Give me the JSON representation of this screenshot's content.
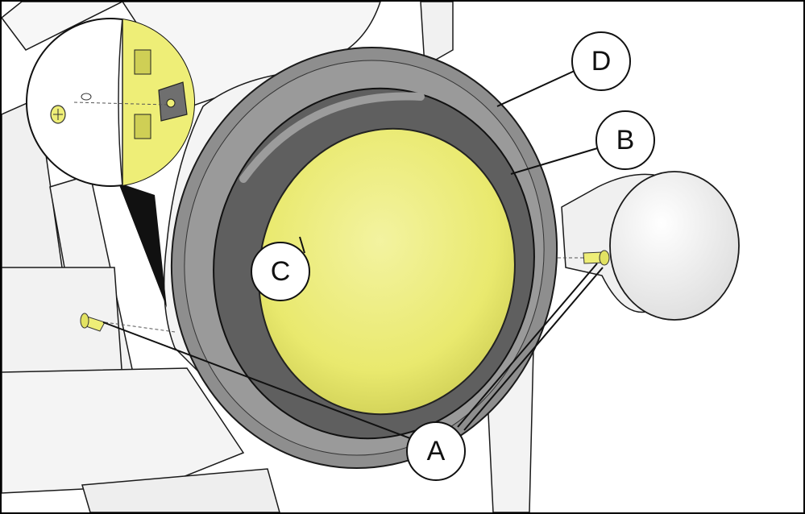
{
  "callouts": {
    "A": "A",
    "B": "B",
    "C": "C",
    "D": "D"
  },
  "colors": {
    "highlight_yellow": "#eeee77",
    "trim_ring": "#8e8e8e",
    "seal_ring": "#5f5f5f",
    "outline": "#111111",
    "housing": "#f4f4f4"
  }
}
